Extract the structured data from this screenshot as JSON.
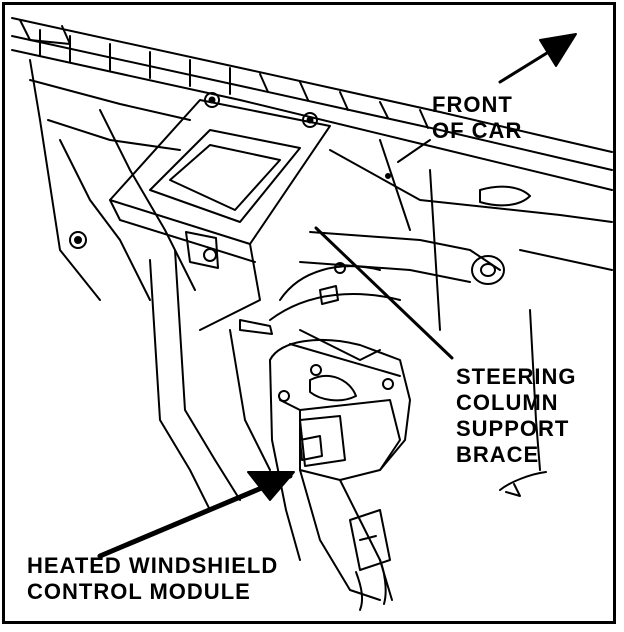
{
  "labels": {
    "front_of_car": [
      "FRONT",
      "OF CAR"
    ],
    "steering_column_support_brace": [
      "STEERING",
      "COLUMN",
      "SUPPORT",
      "BRACE"
    ],
    "heated_windshield_control_module": [
      "HEATED WINDSHIELD",
      "CONTROL MODULE"
    ]
  },
  "colors": {
    "ink": "#000000",
    "paper": "#ffffff"
  }
}
